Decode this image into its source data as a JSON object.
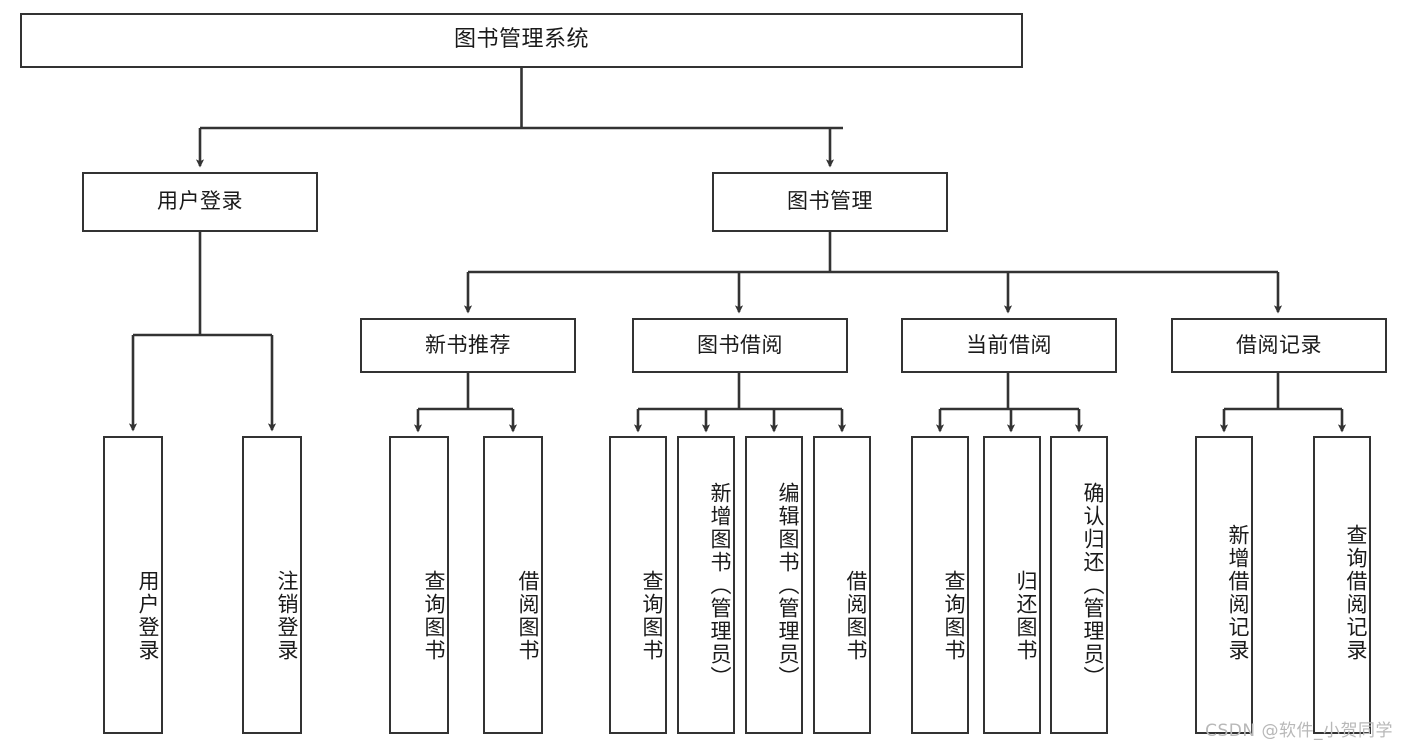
{
  "diagram": {
    "type": "tree-hierarchy-flowchart",
    "title": "图书管理系统",
    "background_color": "#ffffff",
    "border_color": "#333333",
    "text_color": "#1a1a1a",
    "watermark": "CSDN @软件_小贺同学",
    "watermark_color": "#b8b8b8",
    "levels": [
      {
        "level": 1,
        "nodes": [
          {
            "id": "root",
            "label": "图书管理系统",
            "orientation": "horizontal"
          }
        ]
      },
      {
        "level": 2,
        "nodes": [
          {
            "id": "user-login",
            "label": "用户登录",
            "orientation": "horizontal",
            "parent": "root"
          },
          {
            "id": "book-manage",
            "label": "图书管理",
            "orientation": "horizontal",
            "parent": "root"
          }
        ]
      },
      {
        "level": 3,
        "nodes": [
          {
            "id": "new-book-rec",
            "label": "新书推荐",
            "orientation": "horizontal",
            "parent": "book-manage"
          },
          {
            "id": "book-borrow",
            "label": "图书借阅",
            "orientation": "horizontal",
            "parent": "book-manage"
          },
          {
            "id": "current-borrow",
            "label": "当前借阅",
            "orientation": "horizontal",
            "parent": "book-manage"
          },
          {
            "id": "borrow-record",
            "label": "借阅记录",
            "orientation": "horizontal",
            "parent": "book-manage"
          }
        ]
      },
      {
        "level": 4,
        "nodes": [
          {
            "id": "leaf-user-login",
            "label": "用户登录",
            "orientation": "vertical",
            "parent": "user-login"
          },
          {
            "id": "leaf-user-logout",
            "label": "注销登录",
            "orientation": "vertical",
            "parent": "user-login"
          },
          {
            "id": "leaf-query-book-1",
            "label": "查询图书",
            "orientation": "vertical",
            "parent": "new-book-rec"
          },
          {
            "id": "leaf-borrow-book-1",
            "label": "借阅图书",
            "orientation": "vertical",
            "parent": "new-book-rec"
          },
          {
            "id": "leaf-query-book-2",
            "label": "查询图书",
            "orientation": "vertical",
            "parent": "book-borrow"
          },
          {
            "id": "leaf-add-book",
            "label": "新增图书（管理员）",
            "orientation": "vertical",
            "parent": "book-borrow"
          },
          {
            "id": "leaf-edit-book",
            "label": "编辑图书（管理员）",
            "orientation": "vertical",
            "parent": "book-borrow"
          },
          {
            "id": "leaf-borrow-book-2",
            "label": "借阅图书",
            "orientation": "vertical",
            "parent": "book-borrow"
          },
          {
            "id": "leaf-query-book-3",
            "label": "查询图书",
            "orientation": "vertical",
            "parent": "current-borrow"
          },
          {
            "id": "leaf-return-book",
            "label": "归还图书",
            "orientation": "vertical",
            "parent": "current-borrow"
          },
          {
            "id": "leaf-confirm-return",
            "label": "确认归还（管理员）",
            "orientation": "vertical",
            "parent": "current-borrow"
          },
          {
            "id": "leaf-add-record",
            "label": "新增借阅记录",
            "orientation": "vertical",
            "parent": "borrow-record"
          },
          {
            "id": "leaf-query-record",
            "label": "查询借阅记录",
            "orientation": "vertical",
            "parent": "borrow-record"
          }
        ]
      }
    ]
  }
}
